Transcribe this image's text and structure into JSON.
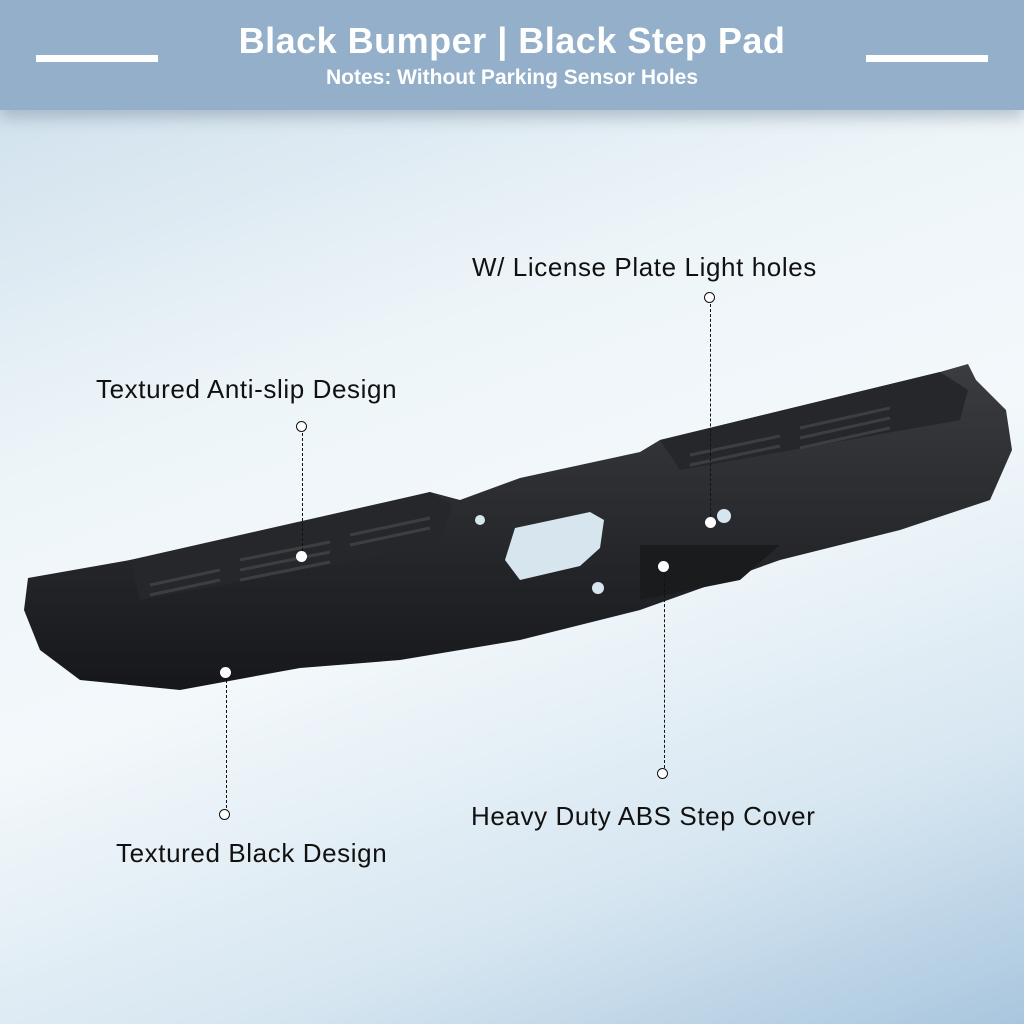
{
  "header": {
    "title": "Black Bumper | Black Step Pad",
    "subtitle": "Notes: Without Parking Sensor Holes",
    "background": "#93afc9"
  },
  "callouts": [
    {
      "id": "license-plate",
      "label": "W/ License Plate Light holes"
    },
    {
      "id": "anti-slip",
      "label": "Textured Anti-slip Design"
    },
    {
      "id": "step-cover",
      "label": "Heavy Duty ABS Step Cover"
    },
    {
      "id": "black-design",
      "label": "Textured Black Design"
    }
  ],
  "product": {
    "name": "Rear step bumper",
    "color": "#1e1f21"
  }
}
